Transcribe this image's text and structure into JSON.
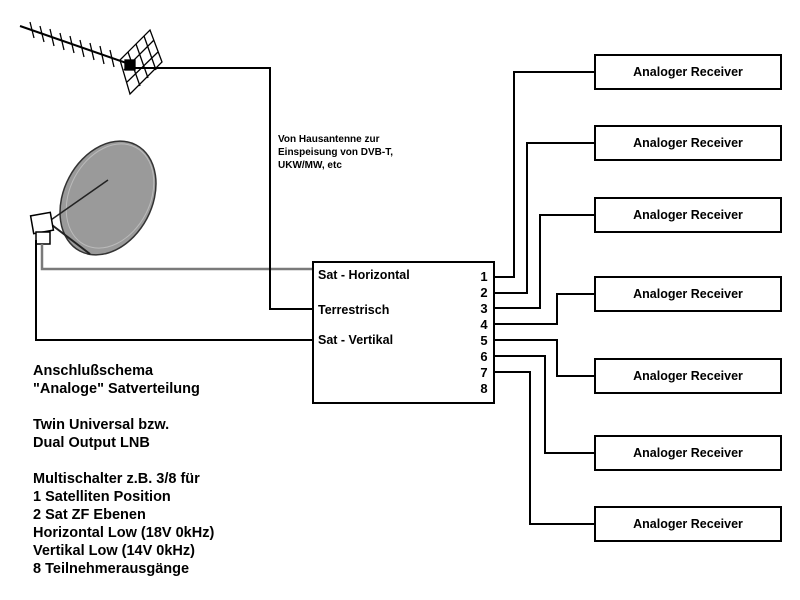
{
  "antenna_note": [
    "Von Hausantenne zur",
    "Einspeisung von DVB-T,",
    "UKW/MW, etc"
  ],
  "multiswitch": {
    "inputs": [
      "Sat - Horizontal",
      "Terrestrisch",
      "Sat - Vertikal"
    ],
    "outputs": [
      "1",
      "2",
      "3",
      "4",
      "5",
      "6",
      "7",
      "8"
    ]
  },
  "receivers": [
    "Analoger Receiver",
    "Analoger Receiver",
    "Analoger Receiver",
    "Analoger Receiver",
    "Analoger Receiver",
    "Analoger Receiver",
    "Analoger Receiver"
  ],
  "description": {
    "block1": [
      "Anschlußschema",
      "\"Analoge\" Satverteilung"
    ],
    "block2": [
      "Twin Universal bzw.",
      "Dual Output LNB"
    ],
    "block3": [
      "Multischalter z.B. 3/8 für",
      "1 Satelliten Position",
      "2 Sat ZF Ebenen",
      "Horizontal Low (18V 0kHz)",
      "Vertikal Low (14V 0kHz)",
      "8 Teilnehmerausgänge"
    ]
  },
  "colors": {
    "line": "#000000",
    "sat_cable": "#7a7a7a",
    "dish_fill": "#9a9a9a"
  }
}
